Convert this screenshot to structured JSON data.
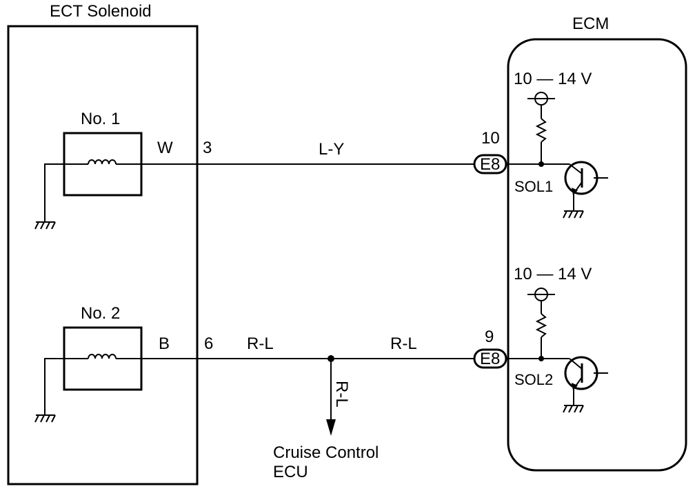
{
  "solenoid_box": {
    "title": "ECT Solenoid"
  },
  "ecm_box": {
    "title": "ECM"
  },
  "solenoid1": {
    "label": "No. 1",
    "pin_wire": "W",
    "pin_number": "3"
  },
  "solenoid2": {
    "label": "No. 2",
    "pin_wire": "B",
    "pin_number": "6"
  },
  "wire_top": {
    "color": "L-Y"
  },
  "wire_bottom": {
    "color_left": "R-L",
    "color_right": "R-L",
    "color_branch": "R-L"
  },
  "connector_top": {
    "name": "E8",
    "pin": "10"
  },
  "connector_bottom": {
    "name": "E8",
    "pin": "9"
  },
  "supply_top": {
    "voltage": "10 — 14 V"
  },
  "supply_bottom": {
    "voltage": "10 — 14 V"
  },
  "transistor_top": {
    "label": "SOL1"
  },
  "transistor_bottom": {
    "label": "SOL2"
  },
  "branch_destination": {
    "line1": "Cruise Control",
    "line2": "ECU"
  }
}
